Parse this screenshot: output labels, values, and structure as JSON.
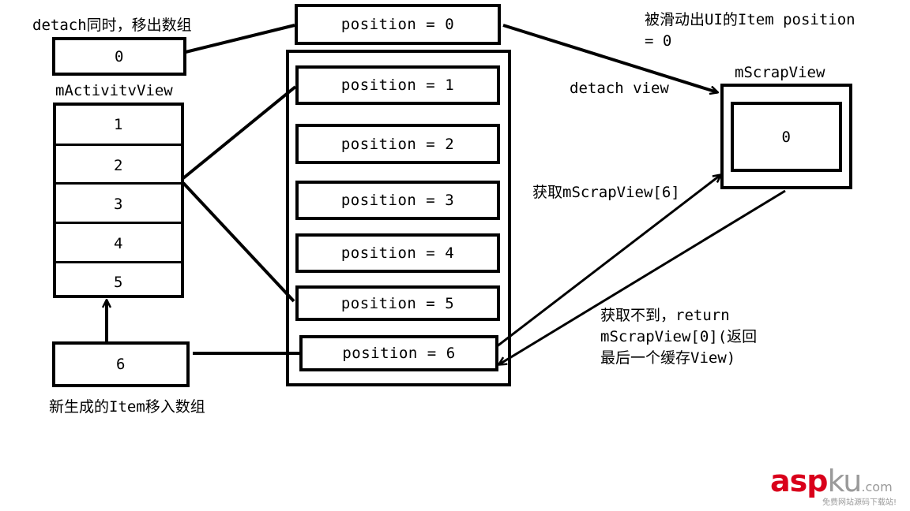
{
  "labels": {
    "detach_remove": "detach同时，移出数组",
    "active_view_title": "mActivitvView",
    "slide_out": "被滑动出UI的Item position\n= 0",
    "detach_view": "detach view",
    "scrap_view_title": "mScrapView",
    "get_scrap": "获取mScrapView[6]",
    "fallback": "获取不到，return\nmScrapView[0](返回\n最后一个缓存View)",
    "new_item": "新生成的Item移入数组"
  },
  "removed_box": {
    "value": "0"
  },
  "active_view": {
    "cells": [
      "1",
      "2",
      "3",
      "4",
      "5"
    ]
  },
  "new_box": {
    "value": "6"
  },
  "positions": [
    "position = 0",
    "position = 1",
    "position = 2",
    "position = 3",
    "position = 4",
    "position = 5",
    "position = 6"
  ],
  "scrap_view": {
    "value": "0"
  },
  "watermark": {
    "brand_asp": "asp",
    "brand_ku": "ku",
    "brand_domain": ".com",
    "tagline": "免费网站源码下载站!"
  }
}
